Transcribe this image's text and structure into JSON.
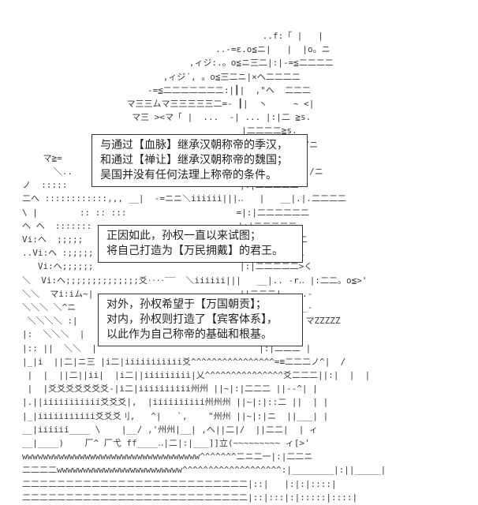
{
  "art_lines": [
    "                                              ..f:「 |   |",
    "                                     ..-=ε.o≦ニ|   |  |o。ニ",
    "                                ,ィジ:.。o≦ニ三二|:|-=≦二二二二",
    "                           ,ィジ´, 。o≦三二ニ|×ヘ二二二二",
    "                        -=≦二二二二二二二:|┃|  ,\"ヘ  二二二",
    "                    マ三三ムマ三三三三三二=- ┃|  ヽ     ~ <|",
    "                     マ三 ><マ「 |  ...  -| ... |:|二 ≧s.",
    "                                          |二二二二≧s.",
    "                                          |:|二ニ/ヽ __/ニ",
    "    マ≧=                                  |:|二/ /|_∨",
    "      ＼..                                |:|二二|/:::::/ニ",
    "ノ  :::::                                 |:|二二二二二",
    "二へ ::::::::::::,,, __|  -=ニニ＼iiiiii|||‥   |   __|.|.二二二二",
    "\\ |        :: :: :::                     =|:|二二二二二二",
    "ヘ ヘ  :::::::                            |:|二二二二二",
    "Vi:ヘ  ;;;;;                              |:|二二二二二二",
    "..Vi:ヘ :;;;;;                            -|:|二二二二二",
    "   Vi:ヘ;;;;;;                            |:|二二二二二>く",
    "＼  Vi:ヘ;;;;;;;;;;;;;;爻‥‥‾‾  ＼iiiiii|||   __|.. -r‥ |:二二。o≦>'",
    "＼＼  マi:iム~|                            ||二二二|.-.-.-",
    "＼＼＼ ＼^ニ                                 |:|二二]|_-_-",
    " ＼＼＼＼ :|                                ..|‥|ニニニ マZZZZZ",
    "|:  ＼＼＼  |                               |:|二二二 /",
    "|:: ||  ＼＼  |                               |:|二二二 |",
    "|_|i  ||二|ニ三 |i二|iiiiiiiiiii爻^^^^^^^^^^^^^^^^=≡二二二ノ^|  /",
    " |  |  ||二||ii|  |i二||iiiiiiiii|乂^^^^^^^^^^^^^^^爻二二二||:|  |  |",
    " |  |爻爻爻爻爻爻爻-|i二|iiiiiiiiii州州 ||~|:|二二二 ||--^| |",
    "|.||iiiiiiiiiii爻爻爻|,  |iiiiiiiiii州州州 ||~|:|::二 ||  | |",
    "|_|iiiiiiiiiii爻爻爻刂,   ^|   `,    \"州州 ||~|:|ニ  ||___| |",
    "__|iiiiii____ \\    |__/ ,'州州|__| ,へ||二|/  ||二二|  | ィ",
    "__|____)    厂^ 厂弋 ff____‥|二|:|___]]立(~~~~~~~~~ ィ[>'",
    "wwwwwwwwwwwwwwwwwwwwwwwwwwwwwwwwww^^^^^^^二ニ二一|:|二二ニ",
    "二二二二wwwwwwwwwwwwwwwwwwwwwwww^^^^^^^^^^^^^^^^^^^:|________|:||_____|",
    "二二二二二二二二二二二二二二二二二二二二二二二二二二|::|   |:|:|::::|",
    "二二二二二二二二二二二二二二二二二二二二二二二二二二|::|:::|:|:::::|::::|"
  ],
  "box1": {
    "lines": [
      "与通过【血脉】继承汉朝称帝的季汉，",
      "和通过【禅让】继承汉朝称帝的魏国；",
      "吴国并没有任何法理上称帝的条件。"
    ]
  },
  "box2": {
    "lines": [
      "正因如此，孙权一直以来试图；",
      "将自己打造为【万民拥戴】的君王。"
    ]
  },
  "box3": {
    "lines": [
      "对外，孙权希望于【万国朝贡】；",
      "对内，孙权则打造了【宾客体系】，",
      "以此作为自己称帝的基础和根基。"
    ]
  }
}
